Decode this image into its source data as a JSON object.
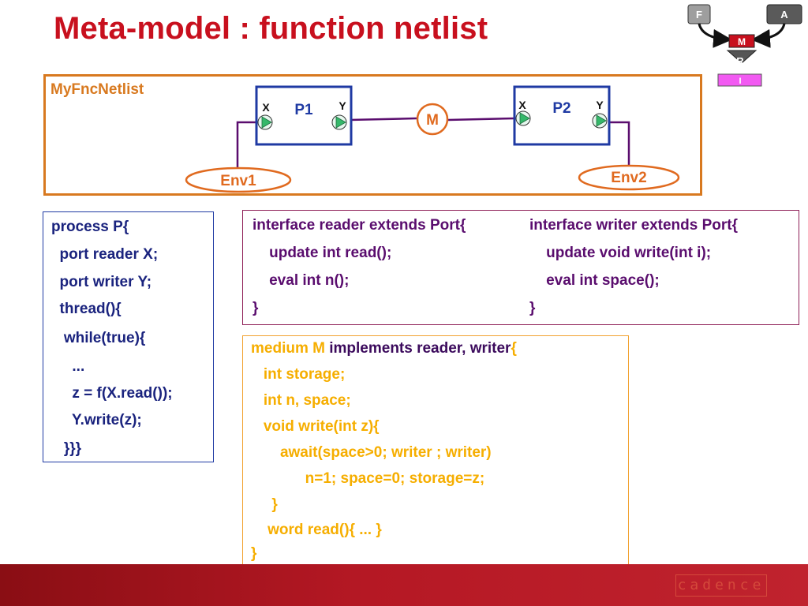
{
  "title": "Meta-model : function netlist",
  "flow": {
    "f_label": "F",
    "a_label": "A",
    "m_label": "M",
    "r_label": "R",
    "i_label": "I",
    "colors": {
      "f_box": "#9e9e9e",
      "a_box": "#5a5a5a",
      "m_box": "#c8101e",
      "r_box": "#555555",
      "i_box": "#f25af2"
    }
  },
  "netlist": {
    "label": "MyFncNetlist",
    "p1": {
      "name": "P1",
      "port_x": "X",
      "port_y": "Y"
    },
    "p2": {
      "name": "P2",
      "port_x": "X",
      "port_y": "Y"
    },
    "medium": "M",
    "env1": "Env1",
    "env2": "Env2",
    "colors": {
      "frame": "#d8791f",
      "process_border": "#1f3aa3",
      "wire": "#5a0d6e",
      "port_fill": "#35b86a",
      "env_border": "#e06a1f"
    }
  },
  "process_code": [
    "process P{",
    "  port reader X;",
    "  port writer Y;",
    "  thread(){",
    "   while(true){",
    "     ...",
    "     z = f(X.read());",
    "     Y.write(z);",
    "   }}}"
  ],
  "reader_interface": [
    "interface reader extends Port{",
    "    update int read();",
    "    eval int n();",
    "}"
  ],
  "writer_interface": [
    "interface writer extends Port{",
    "    update void write(int i);",
    "    eval int space();",
    "}"
  ],
  "medium_code": {
    "line1_keyword": "medium M",
    "line1_rest": " implements reader, writer",
    "line1_brace": "{",
    "lines": [
      "   int storage;",
      "   int n, space;",
      "   void write(int z){",
      "       await(space>0; writer ; writer)",
      "             n=1; space=0; storage=z;",
      "     }",
      "    word read(){ ... }",
      "}"
    ]
  },
  "footer": {
    "logo": "cadence"
  }
}
